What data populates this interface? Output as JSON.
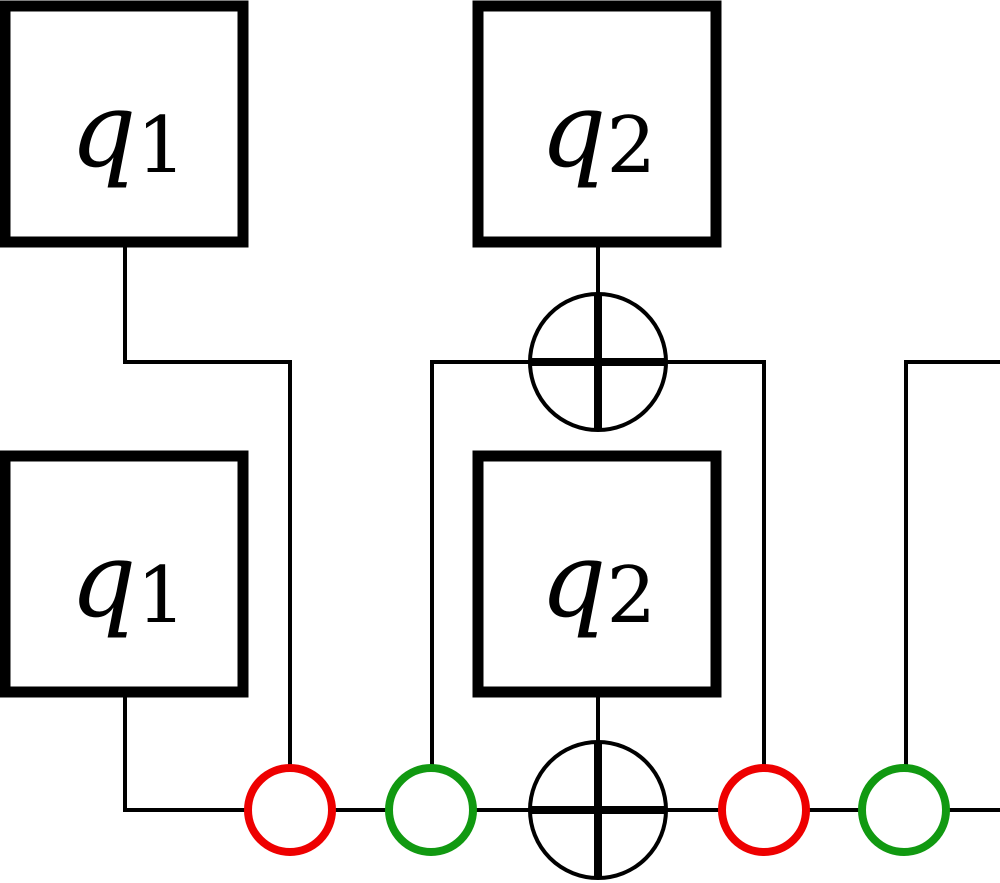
{
  "colors": {
    "stroke": "#000000",
    "red_node": "#ee0000",
    "green_node": "#119911",
    "background": "#ffffff"
  },
  "boxes": {
    "top_left": {
      "var": "q",
      "sub": "1"
    },
    "top_right": {
      "var": "q",
      "sub": "2"
    },
    "bottom_left": {
      "var": "q",
      "sub": "1"
    },
    "bottom_right": {
      "var": "q",
      "sub": "2"
    }
  },
  "nodes": {
    "chain": [
      "red",
      "green",
      "xor",
      "red",
      "green"
    ],
    "upper_xor_count": 1
  }
}
